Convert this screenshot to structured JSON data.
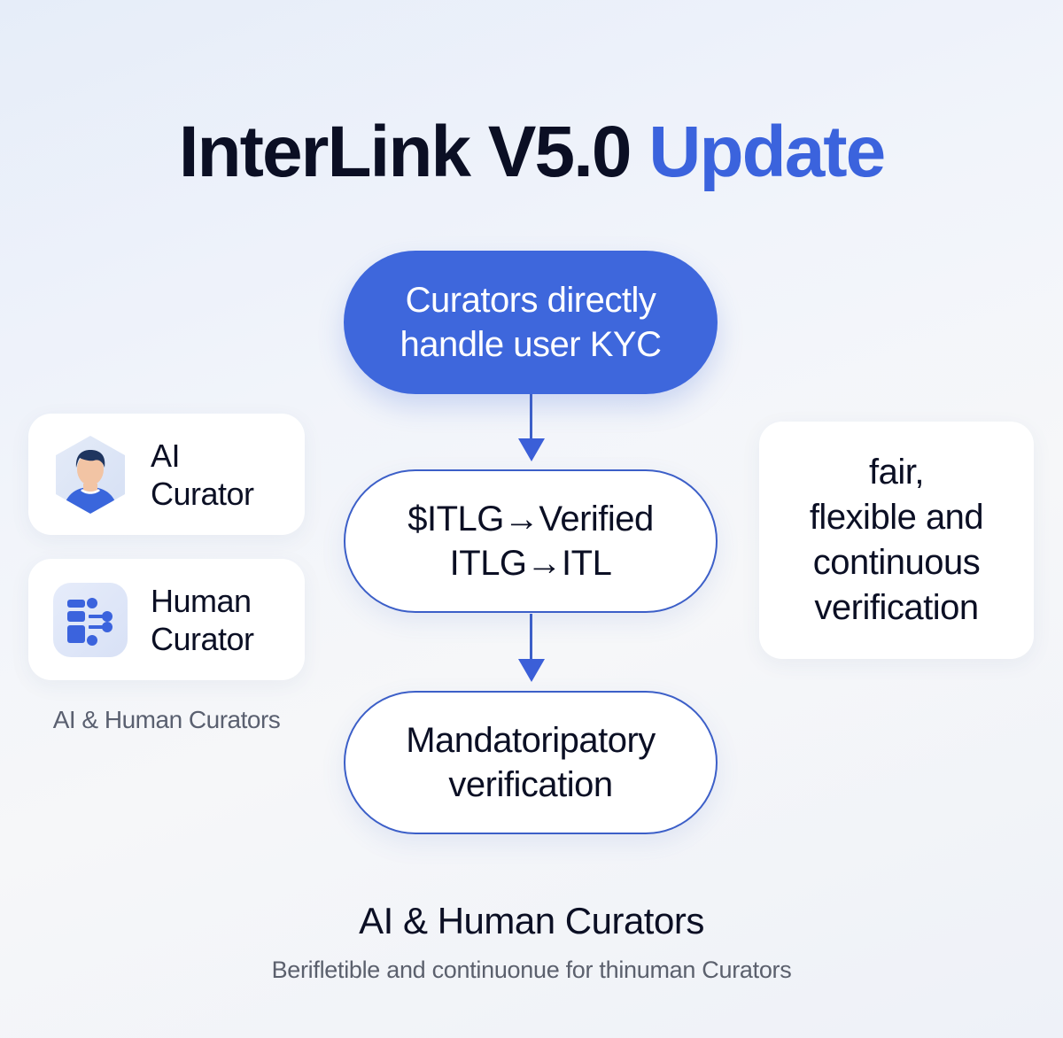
{
  "header": {
    "title_main": "InterLink V5.0",
    "title_accent": "Update",
    "colors": {
      "title": "#0b0f24",
      "accent": "#3b63dd"
    }
  },
  "flow": {
    "steps": [
      {
        "lines": [
          "Curators directly",
          "handle user KYC"
        ],
        "style": "filled",
        "color": "#3e67dc"
      },
      {
        "lines": [
          "$ITLG→Verified",
          "ITLG→ITL"
        ],
        "style": "outline",
        "color": "#3c5fc8"
      },
      {
        "lines": [
          "Mandatoripatory",
          "verification"
        ],
        "style": "outline",
        "color": "#3c5fc8"
      }
    ],
    "arrows": [
      {
        "from": 0,
        "to": 1
      },
      {
        "from": 1,
        "to": 2
      }
    ]
  },
  "curators": {
    "items": [
      {
        "lines": [
          "AI",
          "Curator"
        ],
        "icon": "person-avatar-icon"
      },
      {
        "lines": [
          "Human",
          "Curator"
        ],
        "icon": "hierarchy-nodes-icon"
      }
    ],
    "caption": "AI & Human Curators"
  },
  "benefit": {
    "lines": [
      "fair,",
      "flexible and",
      "continuous",
      "verification"
    ]
  },
  "footer": {
    "title": "AI & Human Curators",
    "subtitle": "Berifletible and continuonue for  thinuman Curators"
  }
}
